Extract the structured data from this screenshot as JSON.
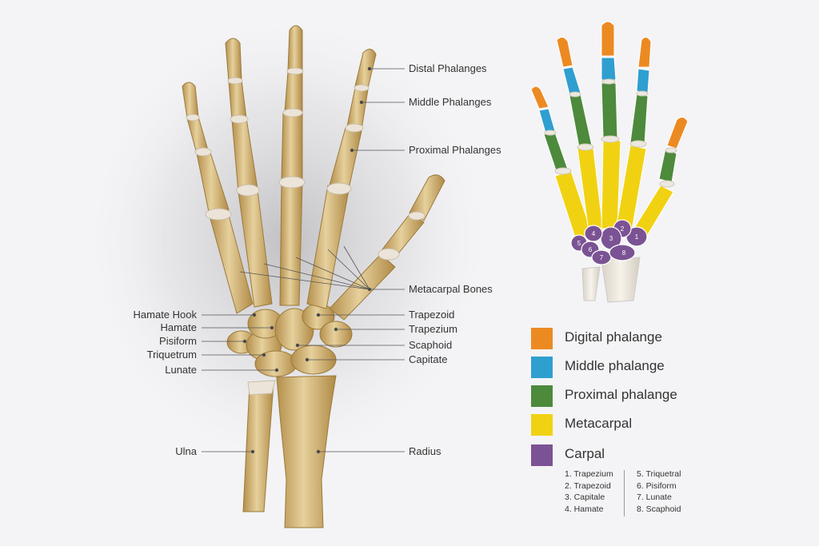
{
  "labels": {
    "distal": "Distal Phalanges",
    "middle": "Middle Phalanges",
    "proximal": "Proximal Phalanges",
    "metacarpal": "Metacarpal Bones",
    "trapezoid": "Trapezoid",
    "trapezium": "Trapezium",
    "scaphoid": "Scaphoid",
    "capitate": "Capitate",
    "radius": "Radius",
    "hamate_hook": "Hamate Hook",
    "hamate": "Hamate",
    "pisiform": "Pisiform",
    "triquetrum": "Triquetrum",
    "lunate": "Lunate",
    "ulna": "Ulna"
  },
  "legend": [
    {
      "label": "Digital phalange",
      "color": "#ec8a22"
    },
    {
      "label": "Middle phalange",
      "color": "#2f9fd0"
    },
    {
      "label": "Proximal phalange",
      "color": "#4d8a3c"
    },
    {
      "label": "Metacarpal",
      "color": "#f1d212"
    },
    {
      "label": "Carpal",
      "color": "#7b5394"
    }
  ],
  "carpal_numbers": [
    "1",
    "2",
    "3",
    "4",
    "5",
    "6",
    "7",
    "8"
  ],
  "carpal_list": {
    "left": [
      "1. Trapezium",
      "2. Trapezoid",
      "3. Capitale",
      "4. Hamate"
    ],
    "right": [
      "5. Triquetral",
      "6. Pisiform",
      "7. Lunate",
      "8. Scaphoid"
    ]
  },
  "colors": {
    "bone": "#d8bd84",
    "bone_dark": "#a8843f",
    "cartilage": "#ece4d8",
    "background": "#f4f4f6"
  }
}
